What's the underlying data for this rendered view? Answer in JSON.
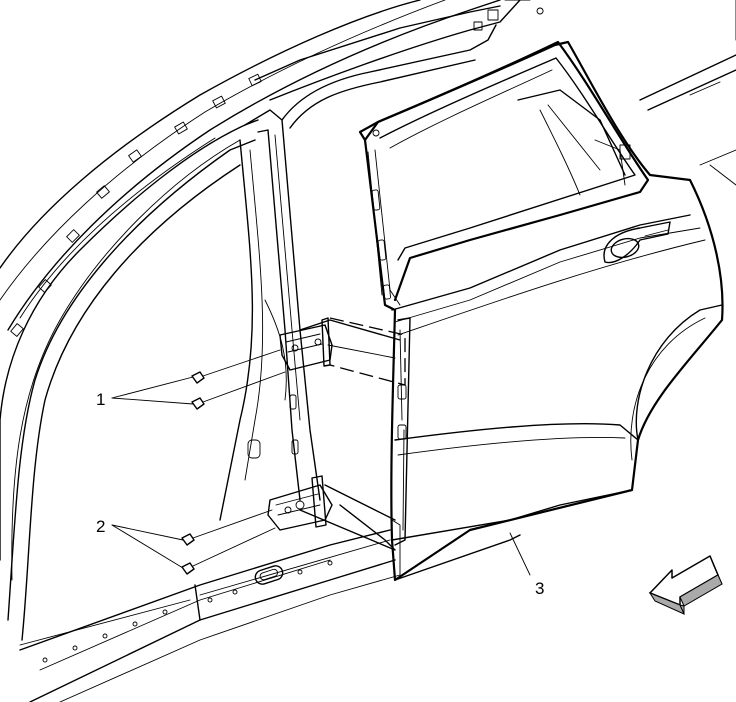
{
  "callouts": [
    {
      "id": "1",
      "label": "1"
    },
    {
      "id": "2",
      "label": "2"
    },
    {
      "id": "3",
      "label": "3"
    }
  ],
  "icons": {
    "direction": "front-direction-arrow-icon"
  },
  "colors": {
    "line": "#000000",
    "background": "#ffffff",
    "arrow_shade": "#aaaaaa"
  }
}
